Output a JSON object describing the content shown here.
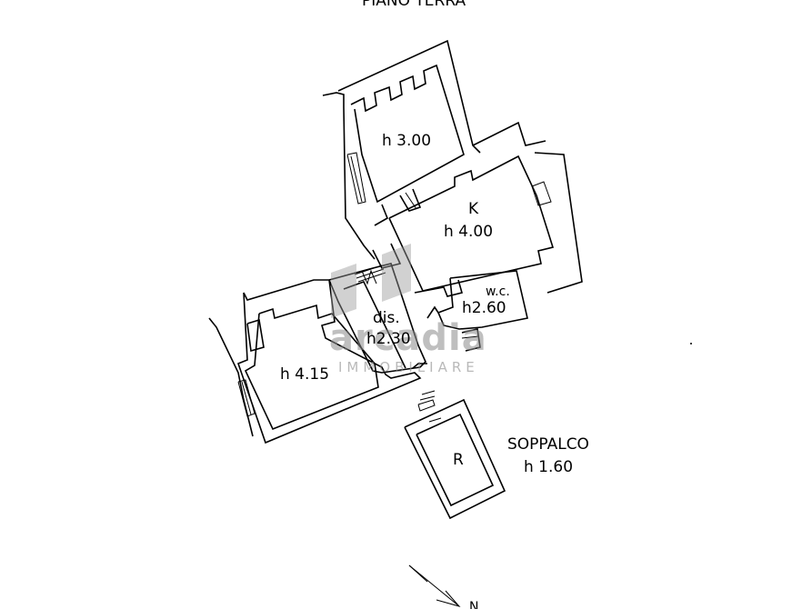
{
  "floor_title": "PIANO TERRA",
  "rooms": {
    "room_top": "h 3.00",
    "kitchen_letter": "K",
    "kitchen_height": "h 4.00",
    "wc_name": "w.c.",
    "wc_height": "h2.60",
    "dis_name": "dis.",
    "dis_height": "h2.30",
    "room_left": "h 4.15",
    "storage_letter": "R"
  },
  "mezzanine": {
    "name": "SOPPALCO",
    "height": "h 1.60"
  },
  "watermark": {
    "brand": "arcadia",
    "sub": "IMMOBILIARE"
  },
  "north_label": "N"
}
